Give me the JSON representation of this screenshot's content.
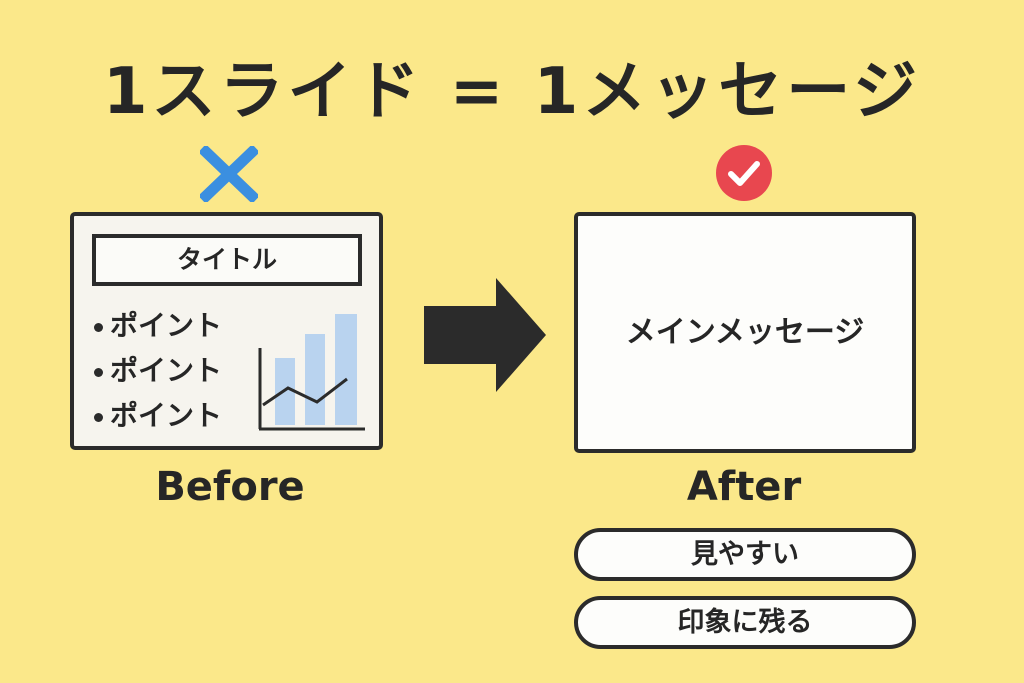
{
  "title": "1スライド = 1メッセージ",
  "before": {
    "card_title": "タイトル",
    "points": [
      "ポイント",
      "ポイント",
      "ポイント"
    ],
    "caption": "Before",
    "mark_icon": "cross-icon"
  },
  "after": {
    "main_message": "メインメッセージ",
    "caption": "After",
    "mark_icon": "check-icon",
    "benefits": [
      "見やすい",
      "印象に残る"
    ]
  },
  "arrow_icon": "right-arrow-icon",
  "colors": {
    "background": "#fbe88a",
    "cross": "#3b8fe0",
    "check": "#e8474f",
    "bars": "#b9d3ef",
    "ink": "#2b2b2b"
  }
}
